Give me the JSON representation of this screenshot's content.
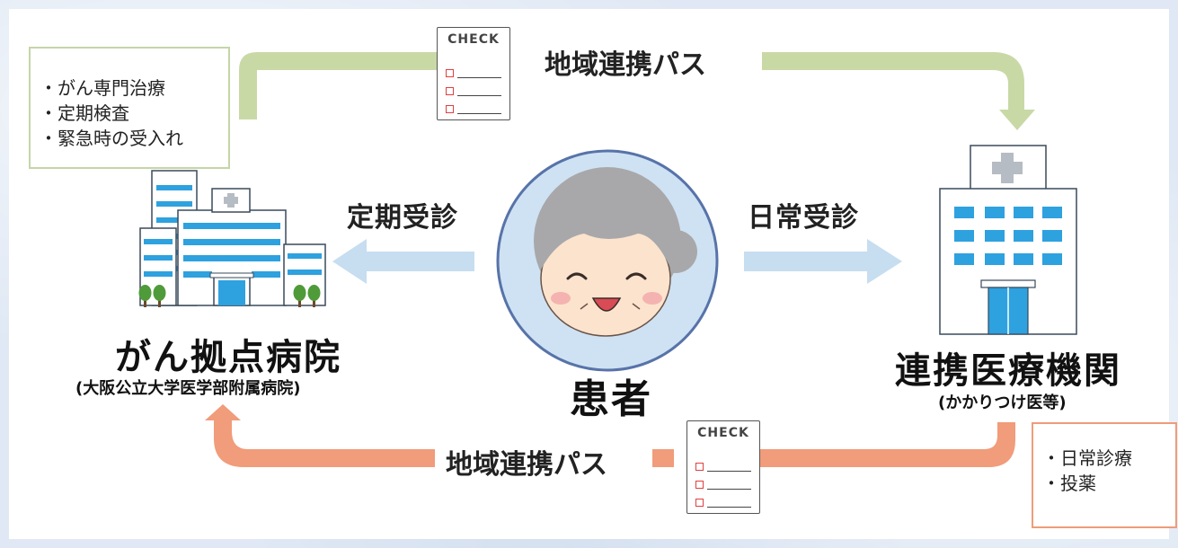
{
  "top_flow": {
    "label": "地域連携パス"
  },
  "bottom_flow": {
    "label": "地域連携パス"
  },
  "checklist_header": "CHECK",
  "cancer_hospital_services": [
    "・がん専門治療",
    "・定期検査",
    "・緊急時の受入れ"
  ],
  "partner_services": [
    "・日常診療",
    "・投薬"
  ],
  "left_arrow_label": "定期受診",
  "right_arrow_label": "日常受診",
  "cancer_hospital": {
    "name": "がん拠点病院",
    "sub": "(大阪公立大学医学部附属病院)"
  },
  "patient": {
    "name": "患者"
  },
  "partner_institution": {
    "name": "連携医療機関",
    "sub": "(かかりつけ医等)"
  },
  "colors": {
    "green_flow": "#c9d9a6",
    "orange_flow": "#f19c7a",
    "blue_arrow": "#c7ddf0",
    "building_blue": "#2ea1df",
    "patient_circle_border": "#5773a9",
    "patient_circle_fill": "#cfe2f3"
  }
}
